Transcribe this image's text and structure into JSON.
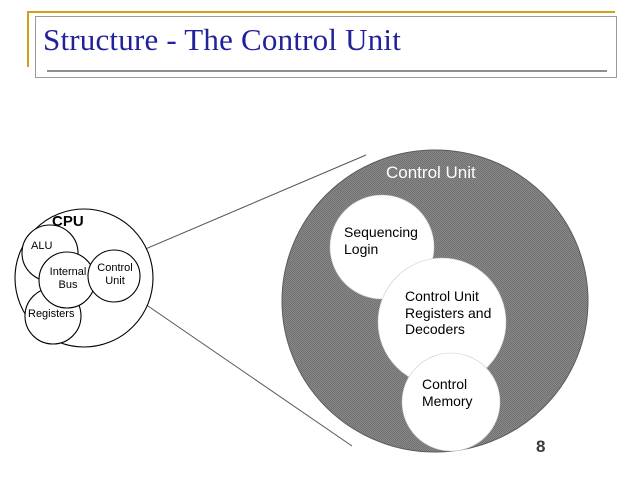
{
  "slide": {
    "title": "Structure - The Control Unit",
    "page_number": "8",
    "title_color": "#21219c",
    "accent_color": "#d29e1e",
    "fill_gray": "#808080"
  },
  "cpu_diagram": {
    "outer_label": "CPU",
    "parts": [
      {
        "name": "alu",
        "label": "ALU"
      },
      {
        "name": "internal-bus",
        "label": "Internal\nBus"
      },
      {
        "name": "control-unit",
        "label": "Control\nUnit"
      },
      {
        "name": "registers",
        "label": "Registers"
      }
    ]
  },
  "control_unit_detail": {
    "outer_label": "Control Unit",
    "parts": [
      {
        "name": "sequencing-login",
        "label": "Sequencing\nLogin"
      },
      {
        "name": "control-unit-registers-and-decoders",
        "label": "Control Unit\nRegisters and\nDecoders"
      },
      {
        "name": "control-memory",
        "label": "Control\nMemory"
      }
    ]
  }
}
